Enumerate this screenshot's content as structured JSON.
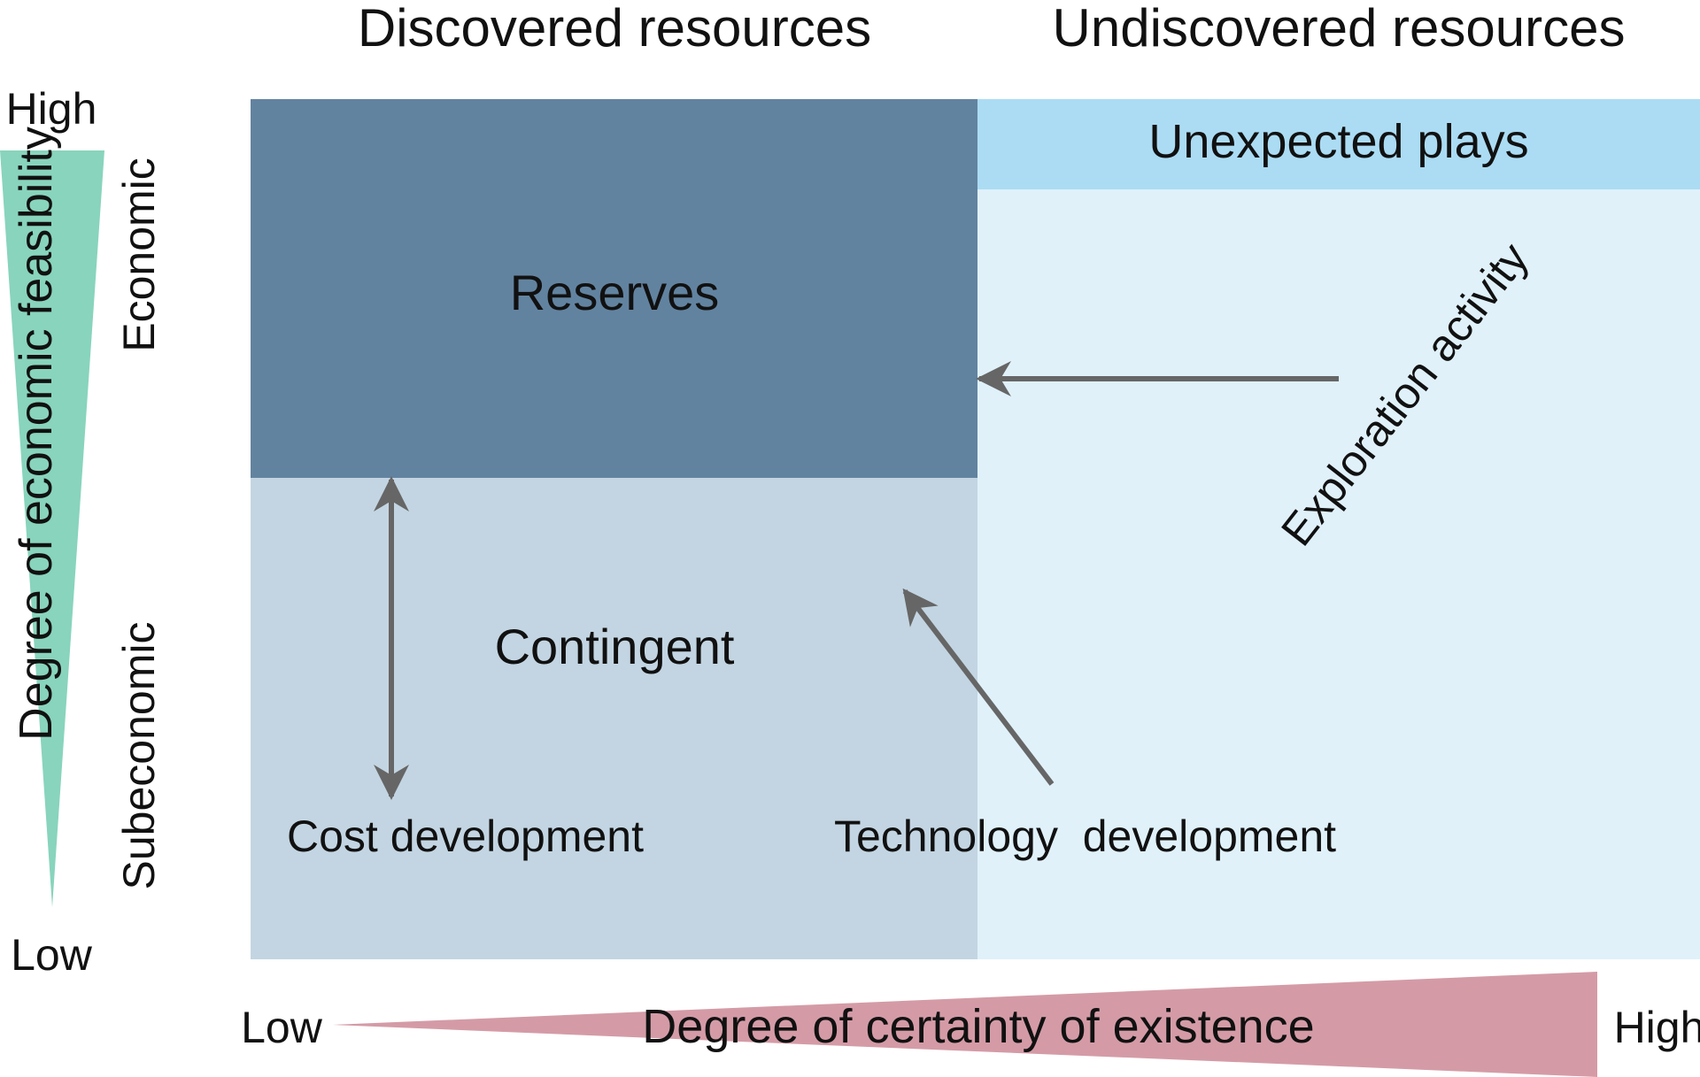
{
  "headers": {
    "discovered": "Discovered resources",
    "undiscovered": "Undiscovered resources"
  },
  "regions": {
    "reserves": "Reserves",
    "contingent": "Contingent",
    "unexpected_plays": "Unexpected plays"
  },
  "processes": {
    "exploration": "Exploration activity",
    "cost_development": "Cost development",
    "technology_development": "Technology  development"
  },
  "feasibility_axis": {
    "title": "Degree of economic feasibility",
    "high": "High",
    "low": "Low",
    "economic": "Economic",
    "subeconomic": "Subeconomic"
  },
  "certainty_axis": {
    "title": "Degree of certainty of existence",
    "low": "Low",
    "high": "High"
  },
  "colors": {
    "reserves": "#6283a0",
    "contingent": "#c3d5e2",
    "undiscovered": "#e0f1fa",
    "unexpected_plays": "#abdcf4",
    "arrow": "#666666",
    "feasibility_wedge": "#88d4bc",
    "certainty_wedge": "#d49ba6"
  }
}
